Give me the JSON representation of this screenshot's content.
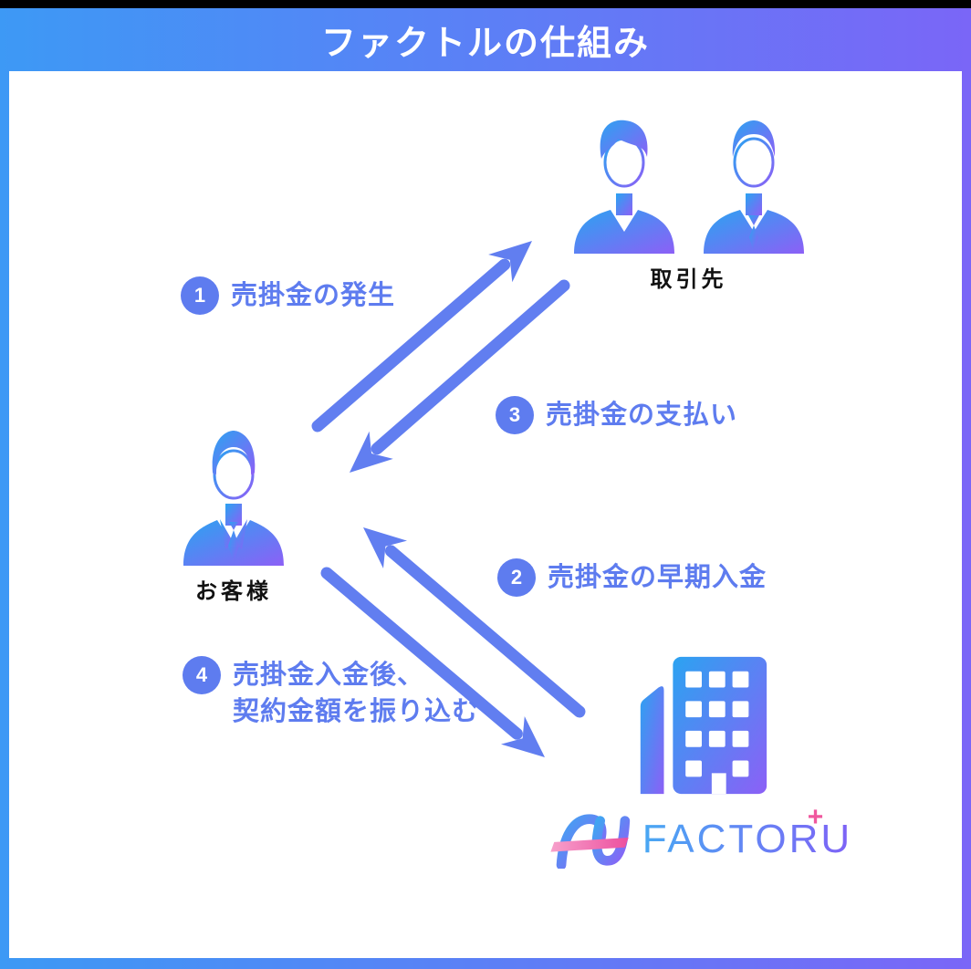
{
  "header": {
    "title": "ファクトルの仕組み"
  },
  "actors": {
    "partner": {
      "label": "取引先"
    },
    "customer": {
      "label": "お客様"
    },
    "factoru": {
      "brand": "FACTORU",
      "plus": "+"
    }
  },
  "steps": [
    {
      "num": "1",
      "label": "売掛金の発生"
    },
    {
      "num": "2",
      "label": "売掛金の早期入金"
    },
    {
      "num": "3",
      "label": "売掛金の支払い"
    },
    {
      "num": "4",
      "line1": "売掛金入金後、",
      "line2": "契約金額を振り込む"
    }
  ],
  "colors": {
    "top_bar": "#000000",
    "background_gradient_start": "#3D99F5",
    "background_gradient_end": "#7A66F7",
    "icon_gradient_start": "#2BA3F1",
    "icon_gradient_end": "#8C60F6",
    "accent_blue": "#5E7CEF",
    "brand_pink": "#F0579E",
    "panel_background": "#FFFFFF",
    "label_text": "#111111"
  }
}
